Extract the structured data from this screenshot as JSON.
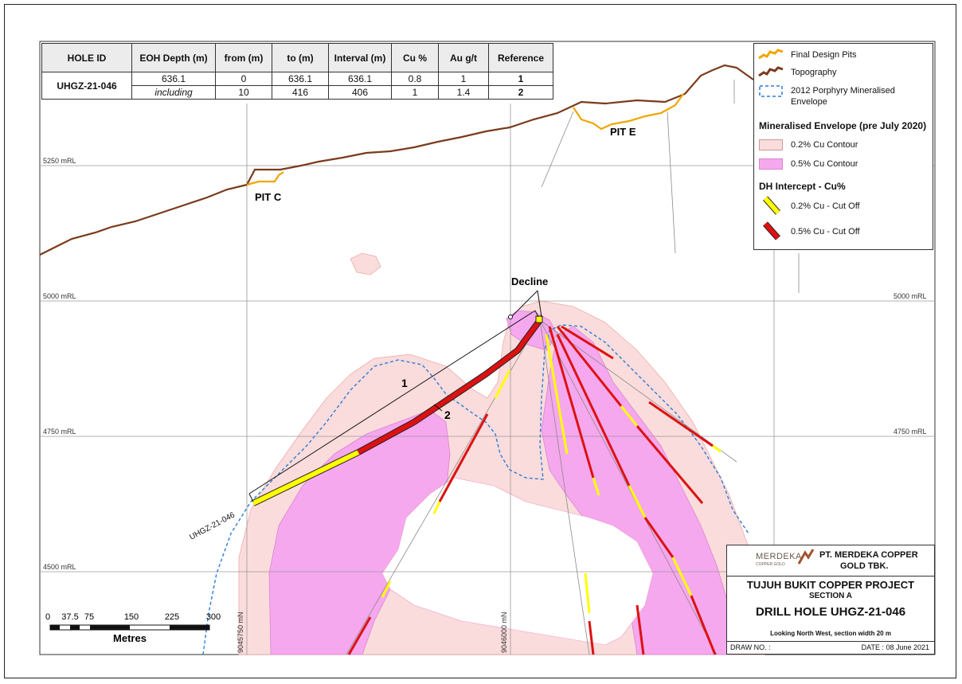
{
  "table": {
    "headers": [
      "HOLE ID",
      "EOH Depth (m)",
      "from (m)",
      "to (m)",
      "Interval (m)",
      "Cu %",
      "Au g/t",
      "Reference"
    ],
    "hole_id": "UHGZ-21-046",
    "rows": [
      [
        "636.1",
        "0",
        "636.1",
        "636.1",
        "0.8",
        "1",
        "1"
      ],
      [
        "including",
        "10",
        "416",
        "406",
        "1",
        "1.4",
        "2"
      ]
    ]
  },
  "legend": {
    "items": {
      "pits": "Final Design Pits",
      "topo": "Topography",
      "envelope": "2012 Porphyry Mineralised Envelope"
    },
    "mineralised_title": "Mineralised Envelope (pre July 2020)",
    "contours": [
      "0.2% Cu Contour",
      "0.5% Cu Contour"
    ],
    "intercept_title": "DH Intercept - Cu%",
    "cutoffs": [
      "0.2% Cu - Cut Off",
      "0.5% Cu - Cut Off"
    ],
    "colors": {
      "low": "#ffff00",
      "high": "#dd1111",
      "pale_pink": "#fbdcdc",
      "pink": "#f5a8ee",
      "topo": "#7a3b1c",
      "pit": "#f0a500",
      "envelope_line": "#2b7bd6"
    }
  },
  "section": {
    "rl_labels": [
      "5250 mRL",
      "5000 mRL",
      "4750 mRL",
      "4500 mRL"
    ],
    "rl_labels_right": [
      "5000 mRL",
      "4750 mRL"
    ],
    "easting_labels": [
      "9045750 mN",
      "9046000 mN"
    ],
    "pit_c": "PIT C",
    "pit_e": "PIT E",
    "decline": "Decline",
    "hole_label": "UHGZ-21-046",
    "ref1": "1",
    "ref2": "2"
  },
  "scalebar": {
    "ticks": [
      "0",
      "37.5",
      "75",
      "150",
      "225",
      "300"
    ],
    "unit": "Metres"
  },
  "titleblock": {
    "logo": "MERDEKA",
    "logo_sub": "COPPER GOLD",
    "company_line1": "PT. MERDEKA COPPER",
    "company_line2": "GOLD TBK.",
    "project": "TUJUH BUKIT COPPER PROJECT",
    "section": "SECTION A",
    "drill": "DRILL HOLE UHGZ-21-046",
    "looking": "Looking North West, section width 20 m",
    "draw_no": "DRAW NO. :",
    "date": "DATE : 08 June 2021"
  }
}
